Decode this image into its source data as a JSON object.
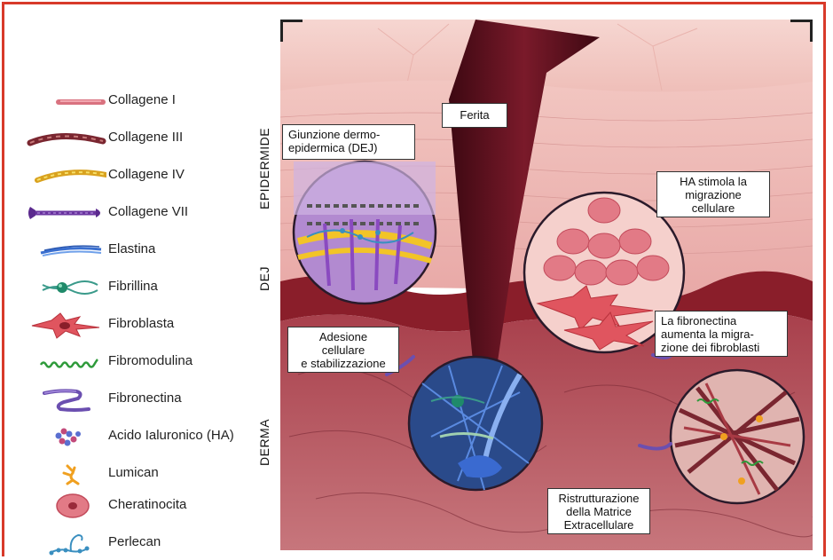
{
  "legend": {
    "items": [
      {
        "label": "Collagene I",
        "icon": "collagen-i-icon"
      },
      {
        "label": "Collagene III",
        "icon": "collagen-iii-icon"
      },
      {
        "label": "Collagene IV",
        "icon": "collagen-iv-icon"
      },
      {
        "label": "Collagene VII",
        "icon": "collagen-vii-icon"
      },
      {
        "label": "Elastina",
        "icon": "elastin-icon"
      },
      {
        "label": "Fibrillina",
        "icon": "fibrillin-icon"
      },
      {
        "label": "Fibroblasta",
        "icon": "fibroblast-icon"
      },
      {
        "label": "Fibromodulina",
        "icon": "fibromodulin-icon"
      },
      {
        "label": "Fibronectina",
        "icon": "fibronectin-icon"
      },
      {
        "label": "Acido Ialuronico (HA)",
        "icon": "hyaluronic-acid-icon"
      },
      {
        "label": "Lumican",
        "icon": "lumican-icon"
      },
      {
        "label": "Cheratinocita",
        "icon": "keratinocyte-icon"
      },
      {
        "label": "Perlecan",
        "icon": "perlecan-icon"
      }
    ]
  },
  "layers": {
    "epidermis": "EPIDERMIDE",
    "dej": "DEJ",
    "dermis": "DERMA"
  },
  "callouts": {
    "wound": "Ferita",
    "dej_line1": "Giunzione dermo-",
    "dej_line2": "epidermica (DEJ)",
    "ha_line1": "HA stimola la",
    "ha_line2": "migrazione",
    "ha_line3": "cellulare",
    "fn_line1": "La fibronectina",
    "fn_line2": "aumenta la migra-",
    "fn_line3": "zione dei fibroblasti",
    "adh_line1": "Adesione",
    "adh_line2": "cellulare",
    "adh_line3": "e stabilizzazione",
    "ecm_line1": "Ristrutturazione",
    "ecm_line2": "della Matrice",
    "ecm_line3": "Extracellulare"
  },
  "colors": {
    "frame": "#d83a2a",
    "epidermis": "#f0c4bf",
    "dej": "#8a1e2a",
    "dermis": "#b04a55",
    "wound": "#5a0f1a"
  }
}
